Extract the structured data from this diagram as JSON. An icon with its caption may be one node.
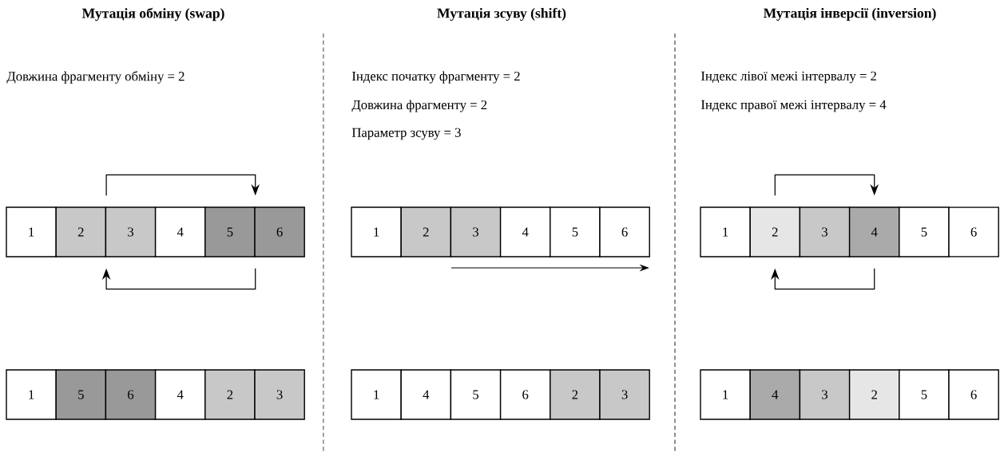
{
  "diagram": {
    "nodes": [
      {
        "text": [
          "1"
        ]
      },
      {
        "text": [
          "2"
        ]
      },
      {
        "text": [
          "3"
        ]
      },
      {
        "text": [
          "4"
        ]
      },
      {
        "text": [
          "5"
        ]
      },
      {
        "text": [
          "6"
        ]
      },
      {
        "text": [
          "1"
        ]
      },
      {
        "text": [
          "5"
        ]
      },
      {
        "text": [
          "6"
        ]
      },
      {
        "text": [
          "4"
        ]
      },
      {
        "text": [
          "2"
        ]
      },
      {
        "text": [
          "3"
        ]
      },
      {
        "text": [
          "1"
        ]
      },
      {
        "text": [
          "2"
        ]
      },
      {
        "text": [
          "3"
        ]
      },
      {
        "text": [
          "4"
        ]
      },
      {
        "text": [
          "5"
        ]
      },
      {
        "text": [
          "6"
        ]
      },
      {
        "text": [
          "1"
        ]
      },
      {
        "text": [
          "4"
        ]
      },
      {
        "text": [
          "5"
        ]
      },
      {
        "text": [
          "6"
        ]
      },
      {
        "text": [
          "2"
        ]
      },
      {
        "text": [
          "3"
        ]
      },
      {
        "text": [
          "1"
        ]
      },
      {
        "text": [
          "2"
        ]
      },
      {
        "text": [
          "3"
        ]
      },
      {
        "text": [
          "4"
        ]
      },
      {
        "text": [
          "5"
        ]
      },
      {
        "text": [
          "6"
        ]
      },
      {
        "text": [
          "1"
        ]
      },
      {
        "text": [
          "4"
        ]
      },
      {
        "text": [
          "3"
        ]
      },
      {
        "text": [
          "2"
        ]
      },
      {
        "text": [
          "5"
        ]
      },
      {
        "text": [
          "6"
        ]
      }
    ],
    "edges": [
      {
        "from": 1,
        "to": 4,
        "arrow": "to"
      },
      {
        "from": 4,
        "to": 1,
        "arrow": "to"
      },
      {
        "from": 25,
        "to": 27,
        "arrow": "to"
      },
      {
        "from": 27,
        "to": 25,
        "arrow": "to"
      }
    ],
    "labels": [
      "Мутація обміну (swap)",
      "Мутація зсуву (shift)",
      "Мутація інверсії (inversion)",
      "Довжина фрагменту обміну = 2",
      "Індекс початку фрагменту = 2",
      "Довжина фрагменту = 2",
      "Параметр зсуву = 3",
      "Індекс лівої межі інтервалу = 2",
      "Індекс правої межі інтервалу = 4"
    ]
  }
}
